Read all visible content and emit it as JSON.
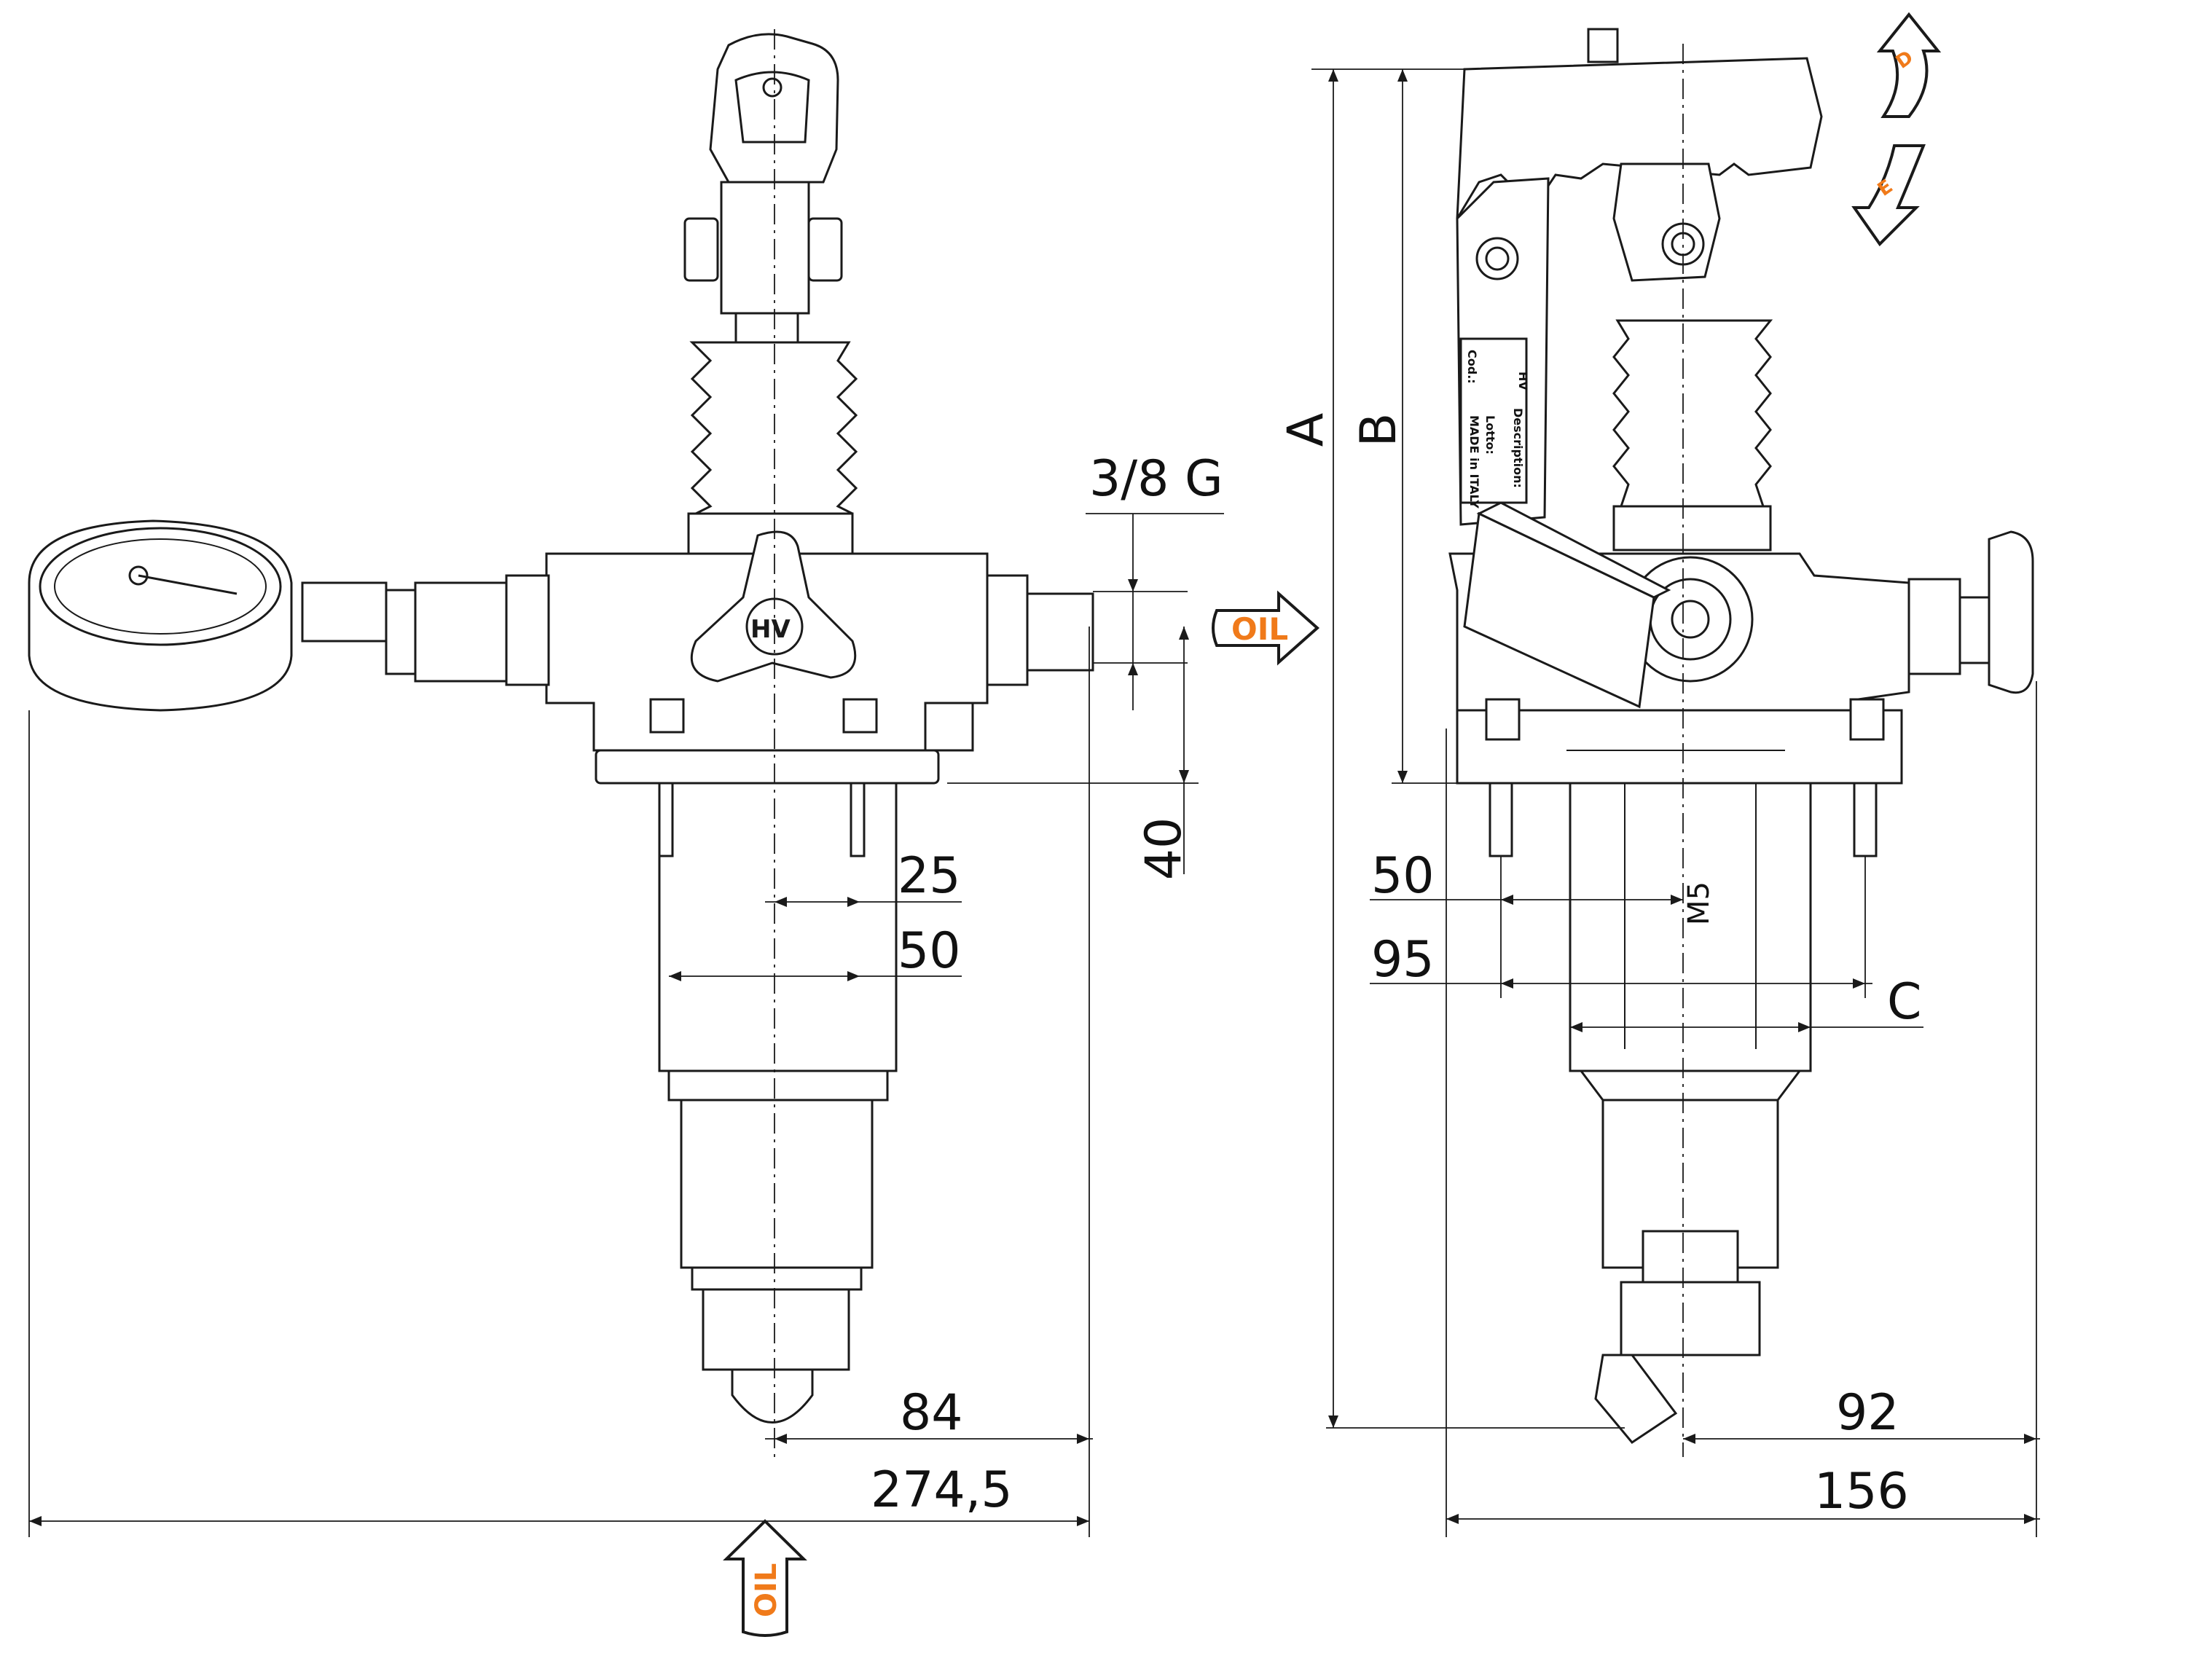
{
  "dimensions_left": {
    "port": "3/8 G",
    "d40": "40",
    "d25": "25",
    "d50": "50",
    "d84": "84",
    "d274": "274,5"
  },
  "dimensions_right": {
    "A": "A",
    "B": "B",
    "d50": "50",
    "d95": "95",
    "C": "C",
    "d92": "92",
    "d156": "156",
    "thread": "M5"
  },
  "labels": {
    "oil": "OIL",
    "logo": "HV",
    "arrow_d": "D",
    "arrow_e": "E"
  },
  "nameplate": {
    "description": "Description:",
    "cod": "Cod.:",
    "lotto": "Lotto:",
    "made": "MADE in ITALY"
  },
  "colors": {
    "accent": "#f07a1a",
    "line": "#1a1a1a"
  }
}
